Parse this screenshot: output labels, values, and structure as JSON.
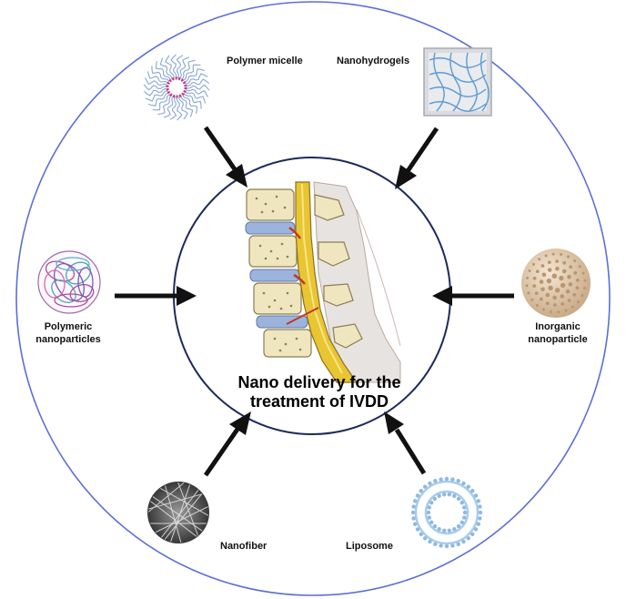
{
  "title": {
    "line1": "Nano delivery for the",
    "line2": "treatment of IVDD"
  },
  "items": {
    "polymer_micelle": "Polymer micelle",
    "nanohydrogels": "Nanohydrogels",
    "polymeric_nanoparticles": {
      "line1": "Polymeric",
      "line2": "nanoparticles"
    },
    "inorganic_nanoparticle": {
      "line1": "Inorganic",
      "line2": "nanoparticle"
    },
    "nanofiber": "Nanofiber",
    "liposome": "Liposome"
  },
  "colors": {
    "outer_ring": "#5b6fd6",
    "inner_ring": "#1c2a5c",
    "arrow": "#111111",
    "bone": "#efe6bf",
    "disc": "#9cb4dc",
    "spinal_cord": "#e9c531"
  }
}
